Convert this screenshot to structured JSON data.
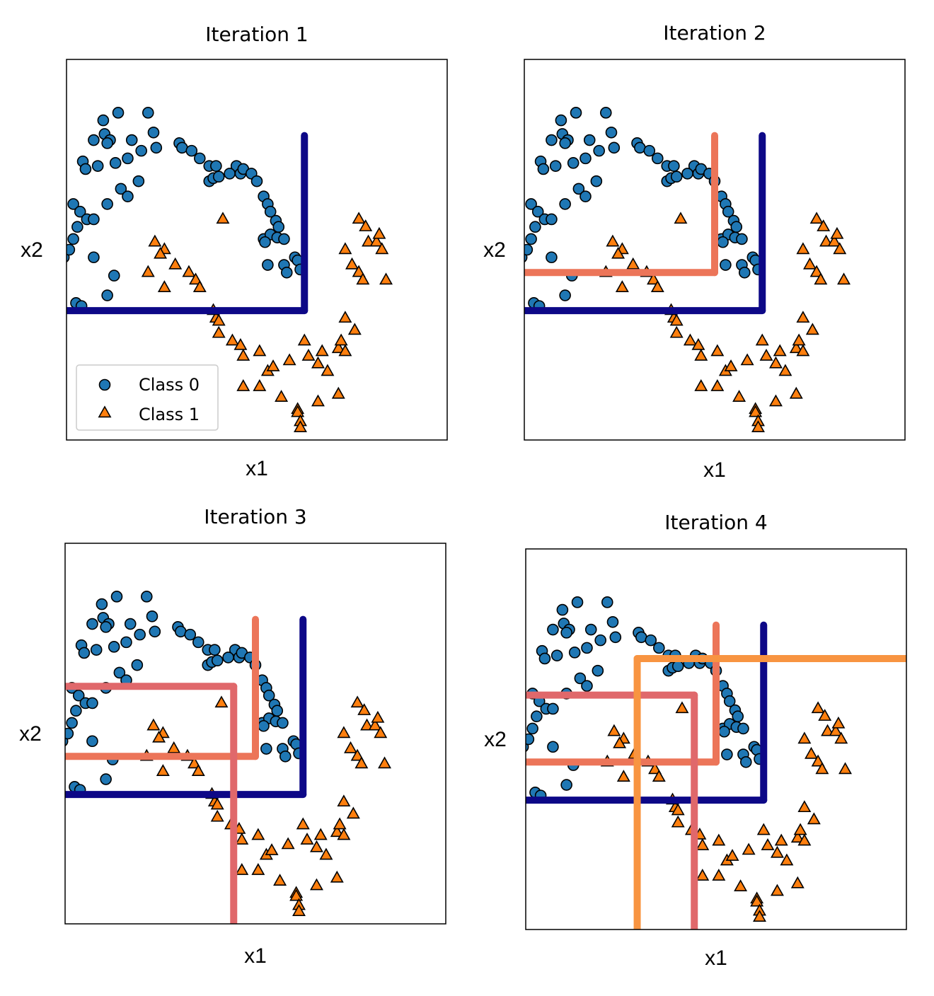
{
  "colors": {
    "class0": "#1f77b4",
    "class1": "#ff7f0e",
    "split1": "#0d0887",
    "split2": "#ec7559",
    "split3": "#e0686b",
    "split4": "#f89441",
    "marker_edge": "#000000"
  },
  "chart_data": [
    {
      "type": "scatter",
      "title": "Iteration 1",
      "xlabel": "x1",
      "ylabel": "x2",
      "ticks_visible": false,
      "legend": {
        "placement": "lower-left",
        "entries": [
          "Class 0",
          "Class 1"
        ]
      },
      "splits": [
        {
          "kind": "vertical",
          "x": 0.75,
          "y_from": -0.15,
          "y_to": 1.0,
          "color_key": "split1"
        },
        {
          "kind": "horizontal",
          "y": -0.15,
          "x_from": -1.0,
          "x_to": 0.75,
          "color_key": "split1"
        }
      ]
    },
    {
      "type": "scatter",
      "title": "Iteration 2",
      "xlabel": "x1",
      "ylabel": "x2",
      "ticks_visible": false,
      "splits": [
        {
          "kind": "vertical",
          "x": 0.75,
          "y_from": -0.15,
          "y_to": 1.0,
          "color_key": "split1"
        },
        {
          "kind": "horizontal",
          "y": -0.15,
          "x_from": -1.0,
          "x_to": 0.75,
          "color_key": "split1"
        },
        {
          "kind": "vertical",
          "x": 0.4,
          "y_from": 0.1,
          "y_to": 1.0,
          "color_key": "split2"
        },
        {
          "kind": "horizontal",
          "y": 0.1,
          "x_from": -1.0,
          "x_to": 0.4,
          "color_key": "split2"
        }
      ]
    },
    {
      "type": "scatter",
      "title": "Iteration 3",
      "xlabel": "x1",
      "ylabel": "x2",
      "ticks_visible": false,
      "splits": [
        {
          "kind": "vertical",
          "x": 0.75,
          "y_from": -0.15,
          "y_to": 1.0,
          "color_key": "split1"
        },
        {
          "kind": "horizontal",
          "y": -0.15,
          "x_from": -1.0,
          "x_to": 0.75,
          "color_key": "split1"
        },
        {
          "kind": "vertical",
          "x": 0.4,
          "y_from": 0.1,
          "y_to": 1.0,
          "color_key": "split2"
        },
        {
          "kind": "horizontal",
          "y": 0.1,
          "x_from": -1.0,
          "x_to": 0.4,
          "color_key": "split2"
        },
        {
          "kind": "vertical",
          "x": 0.24,
          "y_from": -1.0,
          "y_to": 0.56,
          "color_key": "split3"
        },
        {
          "kind": "horizontal",
          "y": 0.56,
          "x_from": -1.0,
          "x_to": 0.24,
          "color_key": "split3"
        }
      ]
    },
    {
      "type": "scatter",
      "title": "Iteration 4",
      "xlabel": "x1",
      "ylabel": "x2",
      "ticks_visible": false,
      "splits": [
        {
          "kind": "vertical",
          "x": 0.75,
          "y_from": -0.15,
          "y_to": 1.0,
          "color_key": "split1"
        },
        {
          "kind": "horizontal",
          "y": -0.15,
          "x_from": -1.0,
          "x_to": 0.75,
          "color_key": "split1"
        },
        {
          "kind": "vertical",
          "x": 0.4,
          "y_from": 0.1,
          "y_to": 1.0,
          "color_key": "split2"
        },
        {
          "kind": "horizontal",
          "y": 0.1,
          "x_from": -1.0,
          "x_to": 0.4,
          "color_key": "split2"
        },
        {
          "kind": "vertical",
          "x": 0.24,
          "y_from": -1.0,
          "y_to": 0.54,
          "color_key": "split3"
        },
        {
          "kind": "horizontal",
          "y": 0.54,
          "x_from": -1.0,
          "x_to": 0.24,
          "color_key": "split3"
        },
        {
          "kind": "vertical",
          "x": -0.18,
          "y_from": -1.0,
          "y_to": 0.78,
          "color_key": "split4"
        },
        {
          "kind": "horizontal",
          "y": 0.78,
          "x_from": -0.18,
          "x_to": 1.8,
          "color_key": "split4"
        }
      ]
    }
  ],
  "shared_data": {
    "xlim": [
      -1.0,
      1.8
    ],
    "ylim": [
      -1.0,
      1.5
    ],
    "class0_points": [
      [
        -0.73,
        1.1
      ],
      [
        -0.62,
        1.15
      ],
      [
        -0.4,
        1.15
      ],
      [
        -0.72,
        1.01
      ],
      [
        -0.8,
        0.97
      ],
      [
        -0.68,
        0.97
      ],
      [
        -0.52,
        0.97
      ],
      [
        -0.36,
        1.02
      ],
      [
        -0.45,
        0.9
      ],
      [
        -0.7,
        0.95
      ],
      [
        -0.88,
        0.83
      ],
      [
        -0.86,
        0.78
      ],
      [
        -0.77,
        0.8
      ],
      [
        -0.64,
        0.82
      ],
      [
        -0.55,
        0.85
      ],
      [
        -0.34,
        0.92
      ],
      [
        -0.17,
        0.95
      ],
      [
        -0.15,
        0.92
      ],
      [
        -0.08,
        0.9
      ],
      [
        -0.02,
        0.85
      ],
      [
        0.05,
        0.8
      ],
      [
        0.1,
        0.8
      ],
      [
        0.25,
        0.8
      ],
      [
        0.28,
        0.75
      ],
      [
        -0.95,
        0.55
      ],
      [
        -0.9,
        0.5
      ],
      [
        -0.85,
        0.45
      ],
      [
        -0.92,
        0.4
      ],
      [
        -0.8,
        0.45
      ],
      [
        -0.7,
        0.55
      ],
      [
        -0.6,
        0.65
      ],
      [
        -0.55,
        0.6
      ],
      [
        -0.47,
        0.7
      ],
      [
        0.05,
        0.7
      ],
      [
        0.08,
        0.72
      ],
      [
        0.12,
        0.73
      ],
      [
        0.2,
        0.75
      ],
      [
        0.3,
        0.78
      ],
      [
        0.36,
        0.75
      ],
      [
        0.4,
        0.7
      ],
      [
        0.45,
        0.6
      ],
      [
        0.48,
        0.55
      ],
      [
        0.5,
        0.5
      ],
      [
        0.54,
        0.44
      ],
      [
        0.56,
        0.4
      ],
      [
        -1.02,
        0.2
      ],
      [
        -0.98,
        0.25
      ],
      [
        -0.95,
        0.32
      ],
      [
        -0.8,
        0.2
      ],
      [
        0.45,
        0.32
      ],
      [
        0.5,
        0.35
      ],
      [
        0.55,
        0.33
      ],
      [
        0.6,
        0.32
      ],
      [
        0.46,
        0.3
      ],
      [
        -0.65,
        0.08
      ],
      [
        -0.7,
        -0.05
      ],
      [
        -0.93,
        -0.1
      ],
      [
        0.6,
        0.15
      ],
      [
        0.68,
        0.2
      ],
      [
        0.7,
        0.18
      ],
      [
        0.72,
        0.12
      ],
      [
        0.62,
        0.1
      ],
      [
        -0.89,
        -0.12
      ],
      [
        0.48,
        0.15
      ]
    ],
    "class1_points": [
      [
        0.15,
        0.45
      ],
      [
        -0.35,
        0.3
      ],
      [
        -0.28,
        0.25
      ],
      [
        -0.31,
        0.22
      ],
      [
        -0.2,
        0.15
      ],
      [
        -0.4,
        0.1
      ],
      [
        -0.28,
        0.0
      ],
      [
        -0.1,
        0.1
      ],
      [
        -0.05,
        0.05
      ],
      [
        -0.02,
        0.0
      ],
      [
        0.1,
        -0.2
      ],
      [
        0.12,
        -0.22
      ],
      [
        0.08,
        -0.15
      ],
      [
        0.12,
        -0.3
      ],
      [
        0.22,
        -0.35
      ],
      [
        0.28,
        -0.38
      ],
      [
        0.3,
        -0.45
      ],
      [
        0.42,
        -0.42
      ],
      [
        0.48,
        -0.55
      ],
      [
        0.52,
        -0.52
      ],
      [
        0.64,
        -0.48
      ],
      [
        0.75,
        -0.35
      ],
      [
        0.78,
        -0.45
      ],
      [
        0.88,
        -0.42
      ],
      [
        0.85,
        -0.5
      ],
      [
        1.0,
        -0.4
      ],
      [
        1.02,
        -0.35
      ],
      [
        1.05,
        -0.42
      ],
      [
        0.3,
        -0.65
      ],
      [
        0.42,
        -0.65
      ],
      [
        0.58,
        -0.72
      ],
      [
        0.7,
        -0.8
      ],
      [
        0.85,
        -0.75
      ],
      [
        1.0,
        -0.7
      ],
      [
        0.7,
        -0.82
      ],
      [
        0.72,
        -0.88
      ],
      [
        0.72,
        -0.92
      ],
      [
        1.15,
        0.45
      ],
      [
        1.2,
        0.4
      ],
      [
        1.22,
        0.3
      ],
      [
        1.28,
        0.3
      ],
      [
        1.3,
        0.35
      ],
      [
        1.32,
        0.25
      ],
      [
        1.05,
        0.25
      ],
      [
        1.1,
        0.15
      ],
      [
        1.15,
        0.1
      ],
      [
        1.05,
        -0.2
      ],
      [
        1.35,
        0.05
      ],
      [
        1.18,
        0.05
      ],
      [
        1.12,
        -0.28
      ],
      [
        0.92,
        -0.55
      ]
    ]
  }
}
